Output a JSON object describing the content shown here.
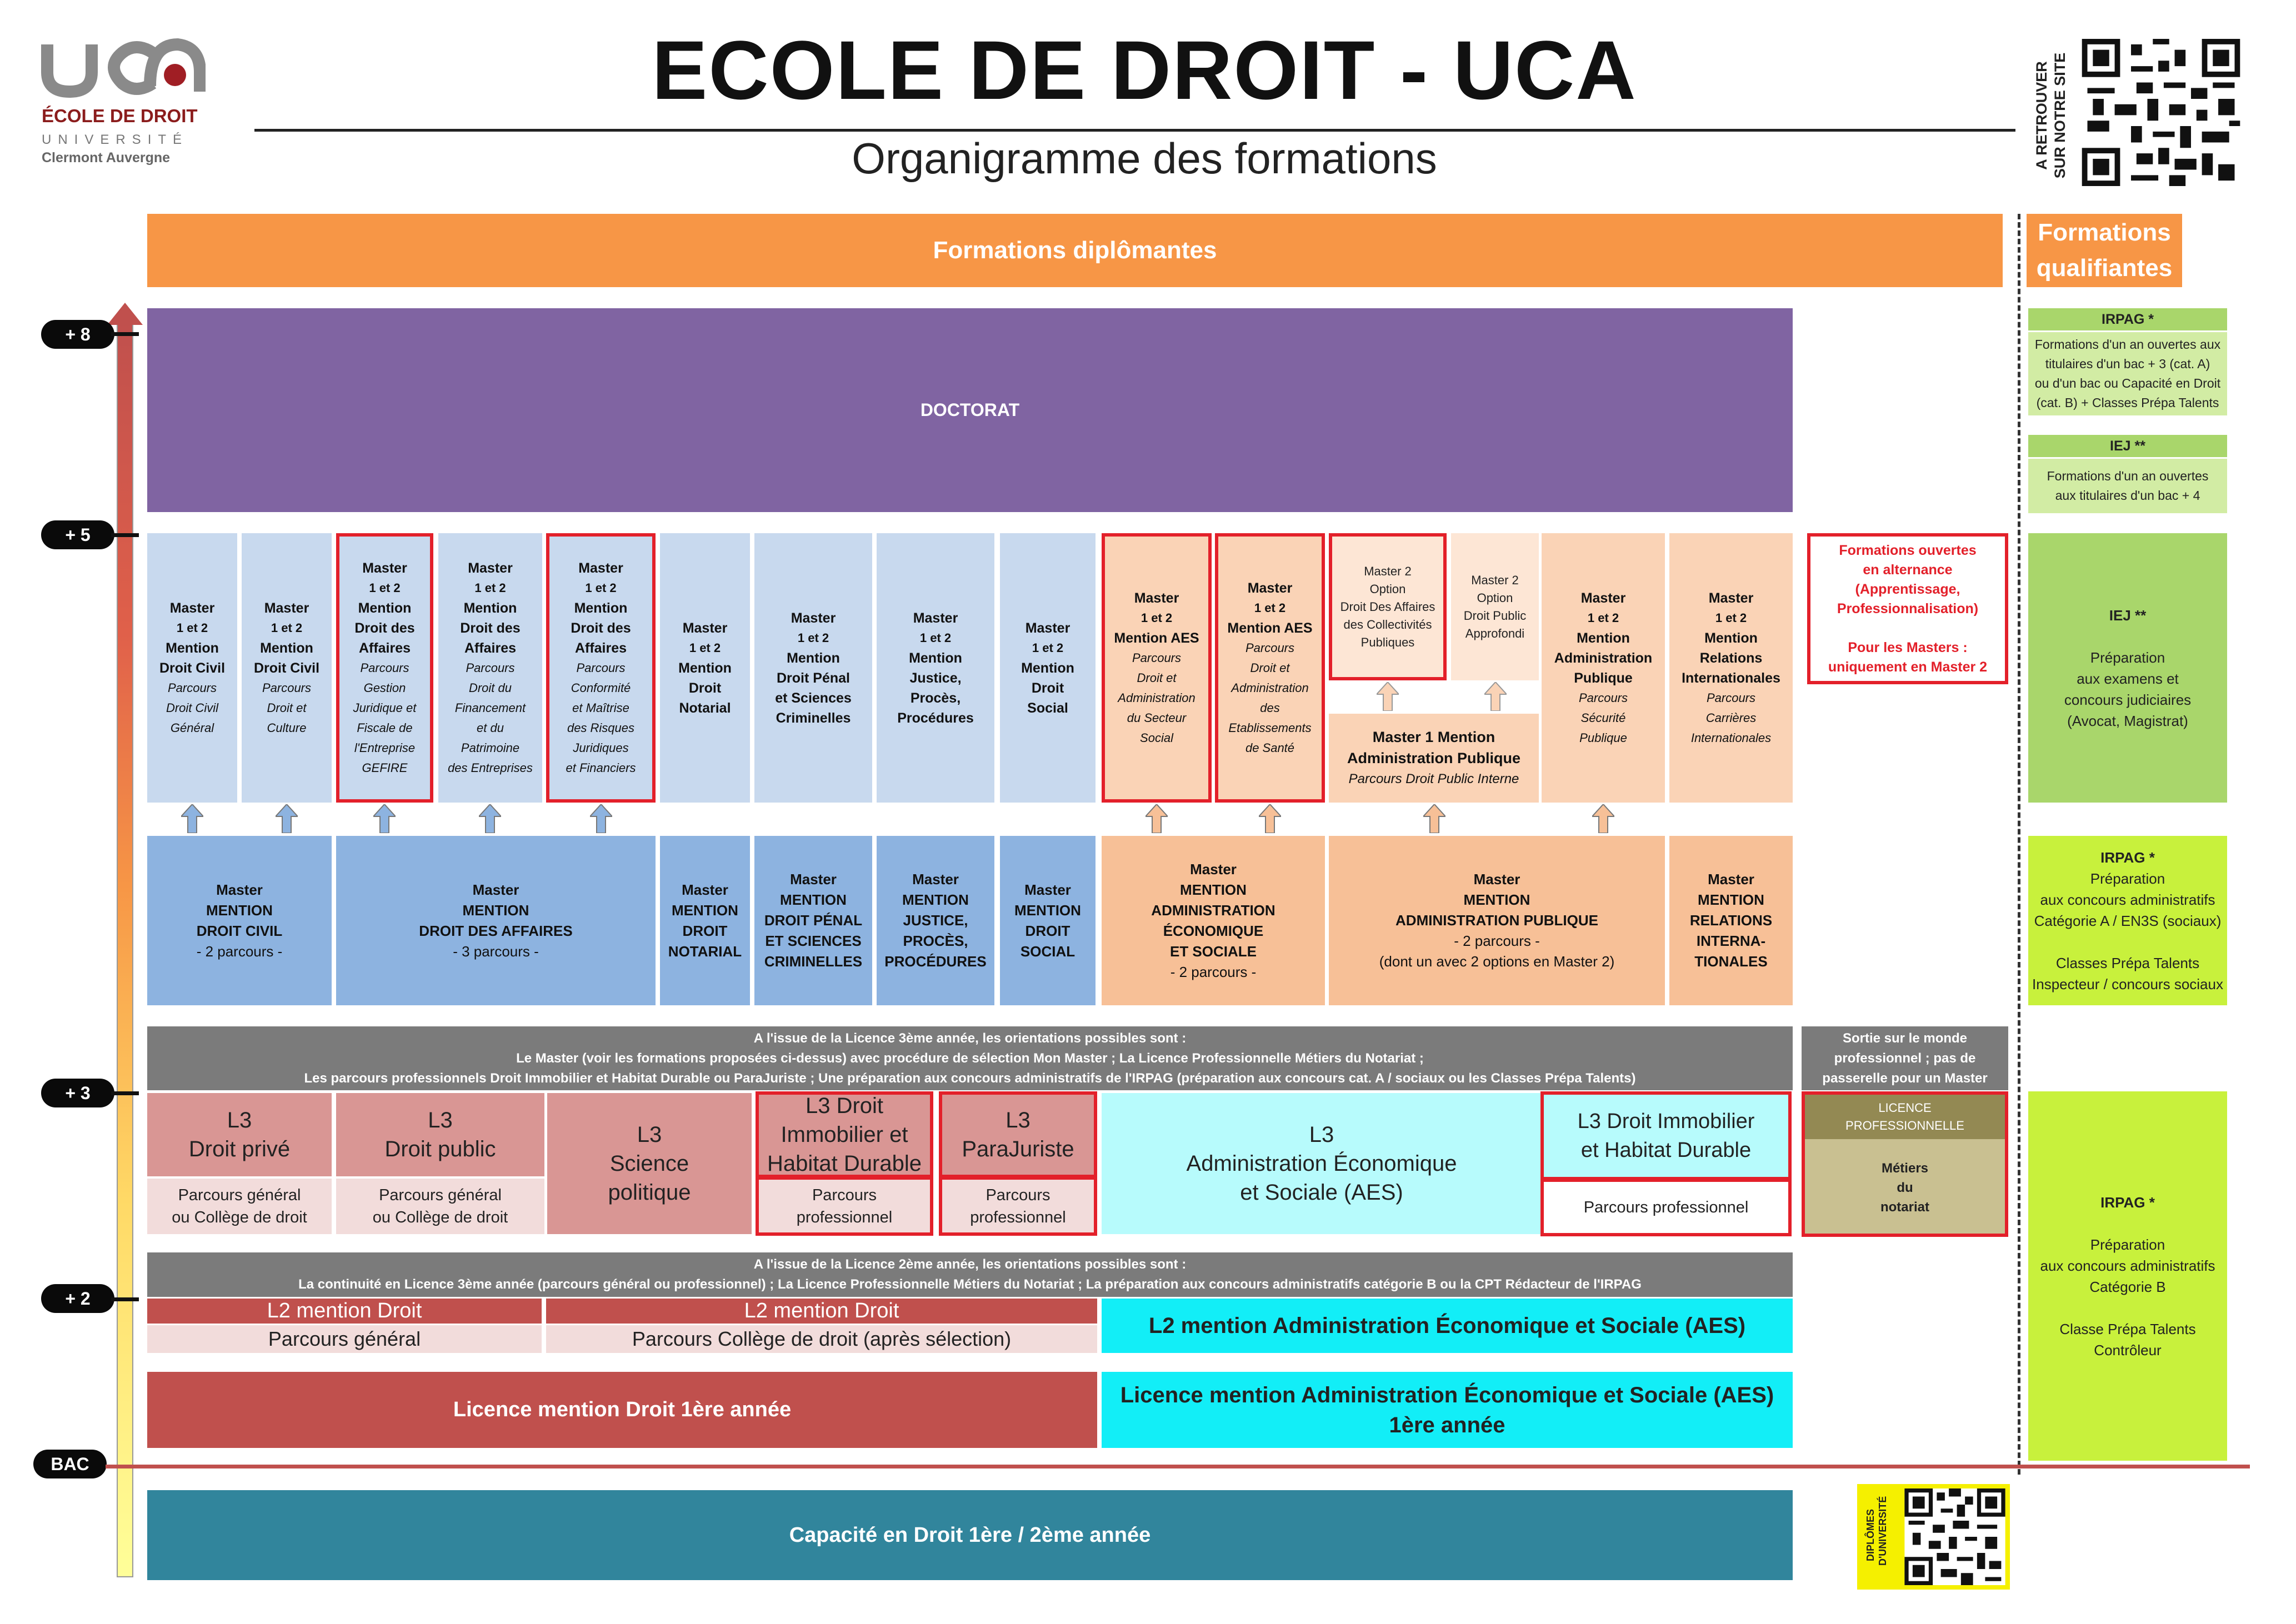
{
  "header": {
    "title": "ECOLE DE DROIT - UCA",
    "subtitle": "Organigramme des formations",
    "logo": {
      "line1": "ÉCOLE DE DROIT",
      "line2": "UNIVERSITÉ",
      "line3": "Clermont Auvergne",
      "mark": "uca"
    },
    "qr_label_line1": "A RETROUVER",
    "qr_label_line2": "SUR NOTRE SITE"
  },
  "bands": {
    "diplomantes": "Formations diplômantes",
    "qualifiantes": "Formations qualifiantes"
  },
  "levels": {
    "l8": "+ 8",
    "l5": "+ 5",
    "l3": "+ 3",
    "l2": "+ 2",
    "bac": "BAC"
  },
  "doctorat": "DOCTORAT",
  "masters1": [
    {
      "l1": "Master",
      "l2": "1 et 2",
      "l3": "Mention",
      "l4": "Droit Civil",
      "p1": "Parcours",
      "p2": "Droit Civil",
      "p3": "Général"
    },
    {
      "l1": "Master",
      "l2": "1 et 2",
      "l3": "Mention",
      "l4": "Droit Civil",
      "p1": "Parcours",
      "p2": "Droit et",
      "p3": "Culture"
    },
    {
      "l1": "Master",
      "l2": "1 et 2",
      "l3": "Mention",
      "l4": "Droit des",
      "l5": "Affaires",
      "p1": "Parcours",
      "p2": "Gestion",
      "p3": "Juridique et",
      "p4": "Fiscale de",
      "p5": "l'Entreprise",
      "p6": "GEFIRE"
    },
    {
      "l1": "Master",
      "l2": "1 et 2",
      "l3": "Mention",
      "l4": "Droit des",
      "l5": "Affaires",
      "p1": "Parcours",
      "p2": "Droit du",
      "p3": "Financement",
      "p4": "et du",
      "p5": "Patrimoine",
      "p6": "des Entreprises"
    },
    {
      "l1": "Master",
      "l2": "1 et 2",
      "l3": "Mention",
      "l4": "Droit des",
      "l5": "Affaires",
      "p1": "Parcours",
      "p2": "Conformité",
      "p3": "et Maîtrise",
      "p4": "des Risques",
      "p5": "Juridiques",
      "p6": "et Financiers"
    },
    {
      "l1": "Master",
      "l2": "1 et 2",
      "l3": "Mention",
      "l4": "Droit",
      "l5": "Notarial"
    },
    {
      "l1": "Master",
      "l2": "1 et 2",
      "l3": "Mention",
      "l4": "Droit Pénal",
      "l5": "et Sciences",
      "l6": "Criminelles"
    },
    {
      "l1": "Master",
      "l2": "1 et 2",
      "l3": "Mention",
      "l4": "Justice,",
      "l5": "Procès,",
      "l6": "Procédures"
    },
    {
      "l1": "Master",
      "l2": "1 et 2",
      "l3": "Mention",
      "l4": "Droit",
      "l5": "Social"
    },
    {
      "l1": "Master",
      "l2": "1 et 2",
      "l3": "Mention AES",
      "p1": "Parcours",
      "p2": "Droit et",
      "p3": "Administration",
      "p4": "du Secteur",
      "p5": "Social"
    },
    {
      "l1": "Master",
      "l2": "1 et 2",
      "l3": "Mention AES",
      "p1": "Parcours",
      "p2": "Droit et",
      "p3": "Administration",
      "p4": "des",
      "p5": "Etablissements",
      "p6": "de Santé"
    },
    {
      "l1": "Master 2",
      "l2": "Option",
      "l3": "Droit Des Affaires",
      "l4": "des Collectivités",
      "l5": "Publiques"
    },
    {
      "l1": "Master 2",
      "l2": "Option",
      "l3": "Droit Public",
      "l4": "Approfondi"
    },
    {
      "l1": "Master",
      "l2": "1 et 2",
      "l3": "Mention",
      "l4": "Administration",
      "l5": "Publique",
      "p1": "Parcours",
      "p2": "Sécurité",
      "p3": "Publique"
    },
    {
      "l1": "Master",
      "l2": "1 et 2",
      "l3": "Mention",
      "l4": "Relations",
      "l5": "Internationales",
      "p1": "Parcours",
      "p2": "Carrières",
      "p3": "Internationales"
    }
  ],
  "master1_ap": {
    "l1": "Master 1 Mention",
    "l2": "Administration Publique",
    "p1": "Parcours Droit Public Interne"
  },
  "alternance": {
    "l1": "Formations ouvertes",
    "l2": "en alternance",
    "l3": "(Apprentissage,",
    "l4": "Professionnalisation)",
    "l5": "Pour les Masters :",
    "l6": "uniquement en Master 2"
  },
  "masters2": [
    {
      "l1": "Master",
      "l2": "MENTION",
      "l3": "DROIT CIVIL",
      "l4": "- 2 parcours -"
    },
    {
      "l1": "Master",
      "l2": "MENTION",
      "l3": "DROIT DES AFFAIRES",
      "l4": "- 3 parcours -"
    },
    {
      "l1": "Master",
      "l2": "MENTION",
      "l3": "DROIT",
      "l4": "NOTARIAL"
    },
    {
      "l1": "Master",
      "l2": "MENTION",
      "l3": "DROIT PÉNAL",
      "l4": "ET SCIENCES",
      "l5": "CRIMINELLES"
    },
    {
      "l1": "Master",
      "l2": "MENTION",
      "l3": "JUSTICE,",
      "l4": "PROCÈS,",
      "l5": "PROCÉDURES"
    },
    {
      "l1": "Master",
      "l2": "MENTION",
      "l3": "DROIT",
      "l4": "SOCIAL"
    },
    {
      "l1": "Master",
      "l2": "MENTION",
      "l3": "ADMINISTRATION",
      "l4": "ÉCONOMIQUE",
      "l5": "ET SOCIALE",
      "l6": "- 2 parcours -"
    },
    {
      "l1": "Master",
      "l2": "MENTION",
      "l3": "ADMINISTRATION PUBLIQUE",
      "l4": "- 2 parcours -",
      "l5": "(dont un avec 2 options en Master 2)"
    },
    {
      "l1": "Master",
      "l2": "MENTION",
      "l3": "RELATIONS",
      "l4": "INTERNA-",
      "l5": "TIONALES"
    }
  ],
  "orient3": {
    "l1": "A l'issue de la Licence 3ème année, les orientations possibles sont :",
    "l2": "Le Master (voir les formations proposées ci-dessus) avec procédure de sélection Mon Master ;  La Licence Professionnelle Métiers du Notariat ;",
    "l3": "Les parcours professionnels Droit Immobilier et Habitat Durable ou ParaJuriste ; Une préparation aux concours administratifs de l'IRPAG (préparation aux concours cat. A / sociaux ou les Classes Prépa Talents)"
  },
  "sortie": {
    "l1": "Sortie sur le monde",
    "l2": "professionnel ; pas de",
    "l3": "passerelle pour un Master"
  },
  "l3": [
    {
      "l1": "L3",
      "l2": "Droit privé",
      "sub1": "Parcours général",
      "sub2": "ou Collège de droit"
    },
    {
      "l1": "L3",
      "l2": "Droit public",
      "sub1": "Parcours général",
      "sub2": "ou Collège de droit"
    },
    {
      "l1": "L3",
      "l2": "Science",
      "l3": "politique"
    },
    {
      "l1": "L3 Droit",
      "l2": "Immobilier et",
      "l3": "Habitat Durable",
      "sub1": "Parcours",
      "sub2": "professionnel"
    },
    {
      "l1": "L3",
      "l2": "ParaJuriste",
      "sub1": "Parcours",
      "sub2": "professionnel"
    },
    {
      "l1": "L3",
      "l2": "Administration Économique",
      "l3": "et Sociale (AES)"
    },
    {
      "l1": "L3 Droit Immobilier",
      "l2": "et Habitat Durable",
      "sub1": "Parcours professionnel"
    }
  ],
  "licence_pro": {
    "l1": "LICENCE",
    "l2": "PROFESSIONNELLE",
    "l3": "Métiers",
    "l4": "du",
    "l5": "notariat"
  },
  "orient2": {
    "l1": "A l'issue de la Licence 2ème année, les orientations possibles sont :",
    "l2": "La continuité en Licence 3ème année (parcours général ou professionnel) ;  La Licence Professionnelle Métiers du Notariat  ;  La  préparation aux concours administratifs catégorie B ou la CPT Rédacteur de l'IRPAG"
  },
  "l2": [
    {
      "title": "L2 mention Droit",
      "sub": "Parcours général"
    },
    {
      "title": "L2 mention Droit",
      "sub": "Parcours Collège de droit (après sélection)"
    },
    {
      "title": "L2 mention Administration Économique et Sociale (AES)"
    }
  ],
  "l1": [
    {
      "title": "Licence mention Droit 1ère année"
    },
    {
      "l1": "Licence mention Administration Économique et Sociale (AES)",
      "l2": "1ère année"
    }
  ],
  "capacite": "Capacité en Droit  1ère / 2ème année",
  "du_label": {
    "l1": "DIPLÔMES",
    "l2": "D'UNIVERSITÉ"
  },
  "qualifiantes": [
    {
      "head": "IRPAG *",
      "l1": "Formations d'un an ouvertes aux",
      "l2": "titulaires d'un bac + 3 (cat. A)",
      "l3": "ou d'un bac ou Capacité en Droit",
      "l4": "(cat. B) + Classes Prépa Talents"
    },
    {
      "head": "IEJ **",
      "l1": "Formations d'un an ouvertes",
      "l2": "aux titulaires d'un bac + 4"
    },
    {
      "head": "IEJ **",
      "l1": "Préparation",
      "l2": "aux examens et",
      "l3": "concours judiciaires",
      "l4": "(Avocat, Magistrat)"
    },
    {
      "head": "IRPAG *",
      "l1": "Préparation",
      "l2": "aux concours administratifs",
      "l3": "Catégorie A  / EN3S (sociaux)",
      "l4": "Classes Prépa Talents",
      "l5": "Inspecteur / concours sociaux"
    },
    {
      "head": "IRPAG *",
      "l1": "Préparation",
      "l2": "aux concours administratifs",
      "l3": "Catégorie B",
      "l4": "Classe Prépa Talents",
      "l5": "Contrôleur"
    }
  ],
  "colors": {
    "orange_band": "#f79646",
    "doctorat": "#8064a2",
    "droit_red": "#c0504d",
    "aes_cyan": "#12eef7",
    "capacite": "#31859c",
    "highlight_red": "#e3202a"
  },
  "icons": [
    "up-arrow-icon",
    "qr-code-icon",
    "level-axis-arrow-icon"
  ]
}
